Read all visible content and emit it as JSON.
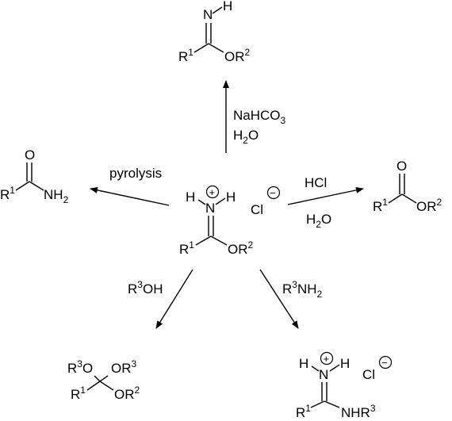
{
  "center": {
    "nh": "H",
    "n": "N",
    "plus": "+",
    "h_right": "H",
    "chloride": "Cl",
    "minus": "−",
    "r": "R",
    "r_sup": "1",
    "o": "OR",
    "o_sup": "2"
  },
  "top": {
    "n": "N",
    "h": "H",
    "r": "R",
    "r_sup": "1",
    "o": "OR",
    "o_sup": "2",
    "reagent_line1_base": "NaHCO",
    "reagent_line1_sub": "3",
    "reagent_line2_base": "H",
    "reagent_line2_sub": "2",
    "reagent_line2_end": "O"
  },
  "left": {
    "o": "O",
    "r": "R",
    "r_sup": "1",
    "nh": "NH",
    "nh_sub": "2",
    "reagent": "pyrolysis"
  },
  "right": {
    "o": "O",
    "r": "R",
    "r_sup": "1",
    "or": "OR",
    "or_sup": "2",
    "reagent_line1": "HCl",
    "reagent_line2_base": "H",
    "reagent_line2_sub": "2",
    "reagent_line2_end": "O"
  },
  "bottom_left": {
    "reagent_base": "R",
    "reagent_sup": "3",
    "reagent_end": "OH",
    "r3o_base": "R",
    "r3o_sup": "3",
    "r3o_end": "O",
    "or3_base": "OR",
    "or3_sup": "3",
    "r": "R",
    "r_sup": "1",
    "or2_base": "OR",
    "or2_sup": "2"
  },
  "bottom_right": {
    "reagent_base": "R",
    "reagent_sup": "3",
    "reagent_end": "NH",
    "reagent_sub": "2",
    "h_left": "H",
    "n": "N",
    "plus": "+",
    "h_right": "H",
    "chloride": "Cl",
    "minus": "−",
    "r": "R",
    "r_sup": "1",
    "nhr_base": "NHR",
    "nhr_sup": "3"
  }
}
